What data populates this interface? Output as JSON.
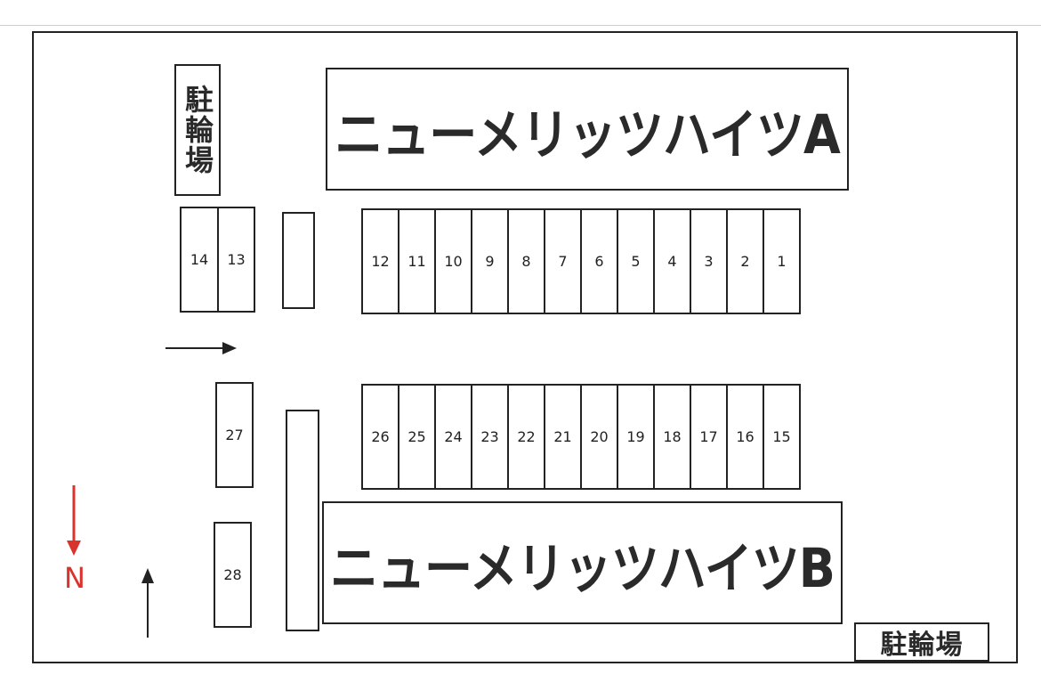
{
  "buildings": {
    "a": "ニューメリッツハイツA",
    "b": "ニューメリッツハイツB"
  },
  "bike_parking": {
    "left_label": "駐輪場",
    "bottom_right_label": "駐輪場"
  },
  "parking": {
    "top_row": [
      "12",
      "11",
      "10",
      "9",
      "8",
      "7",
      "6",
      "5",
      "4",
      "3",
      "2",
      "1"
    ],
    "bottom_row": [
      "26",
      "25",
      "24",
      "23",
      "22",
      "21",
      "20",
      "19",
      "18",
      "17",
      "16",
      "15"
    ],
    "left_pair": [
      "14",
      "13"
    ],
    "single_27": "27",
    "single_28": "28"
  },
  "compass": {
    "label": "N",
    "color": "#d9342b"
  },
  "colors": {
    "line": "#222222",
    "text": "#2a2a2a"
  },
  "icons": [
    "entry-arrow-right-icon",
    "north-arrow-icon",
    "entry-arrow-up-icon"
  ]
}
